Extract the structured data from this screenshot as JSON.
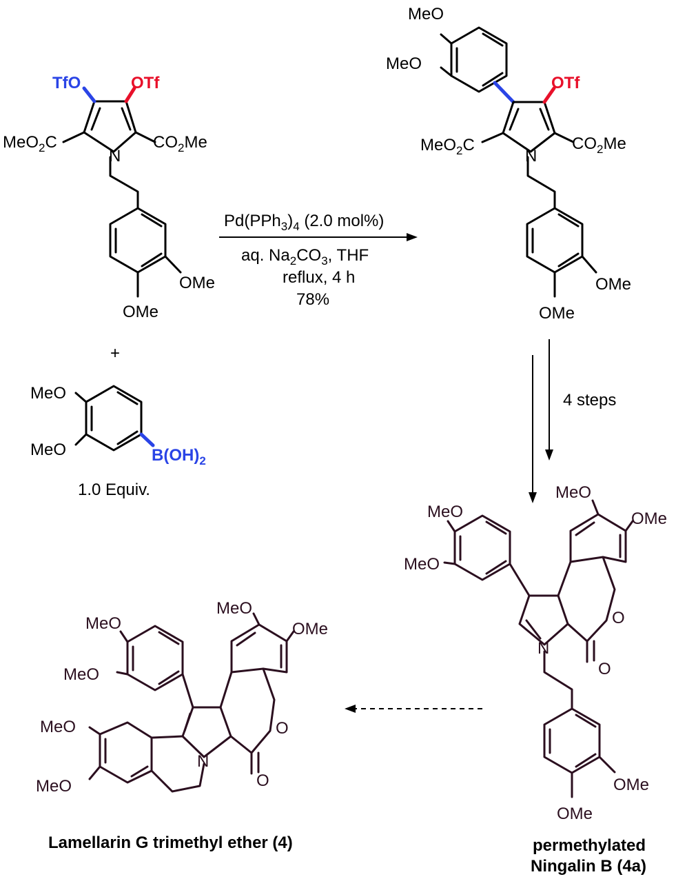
{
  "labels": {
    "meo": "MeO",
    "ome": "OMe",
    "tfo": "TfO",
    "otf": "OTf",
    "n": "N",
    "o": "O",
    "ester_left": "MeO",
    "ester_left_sub": "2",
    "ester_left_c": "C",
    "ester_right": "CO",
    "ester_right_sub": "2",
    "ester_right_me": "Me",
    "boronic": "B(OH)",
    "boronic_sub": "2"
  },
  "reaction_1": {
    "catalyst": "Pd(PPh",
    "catalyst_sub": "3",
    "catalyst_sub2": "4",
    "catalyst_rest": " (2.0 mol%)",
    "base": "aq. Na",
    "base_sub": "2",
    "base_mid": "CO",
    "base_sub2": "3",
    "base_rest": ", THF",
    "conditions": "reflux, 4 h",
    "yield": "78%"
  },
  "plus": "+",
  "equiv": "1.0 Equiv.",
  "reaction_2": {
    "steps": "4 steps"
  },
  "product_a": {
    "line1": "permethylated",
    "line2": "Ningalin B (4a)"
  },
  "product_final": {
    "name": "Lamellarin G trimethyl ether (4)"
  },
  "colors": {
    "blue": "#2a44e6",
    "red": "#e8102a",
    "dark": "#2b0f1f",
    "black": "#000000"
  }
}
